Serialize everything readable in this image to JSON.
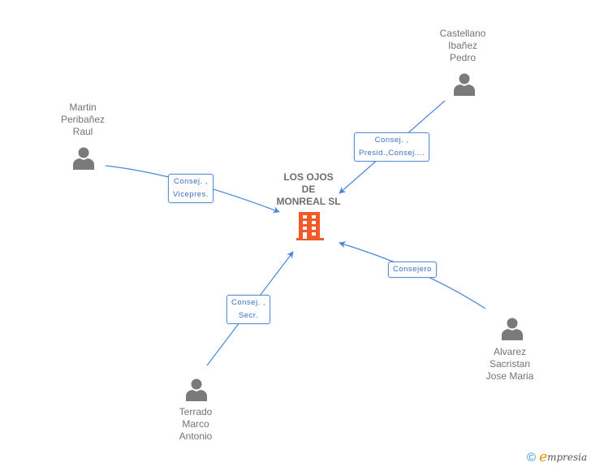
{
  "colors": {
    "edge": "#4a86d8",
    "person_icon": "#7a7a7a",
    "company_icon": "#f05a28",
    "label_text": "#737373",
    "edge_label_text": "#3a6fc4"
  },
  "company": {
    "name_lines": [
      "LOS OJOS",
      "DE",
      "MONREAL SL"
    ],
    "icon": "building-icon"
  },
  "people": [
    {
      "id": "castellano",
      "name_lines": [
        "Castellano",
        "Ibañez",
        "Pedro"
      ],
      "icon": "person-icon",
      "relation_lines": [
        "Consej. ,",
        "Presid.,Consej...."
      ]
    },
    {
      "id": "martin",
      "name_lines": [
        "Martin",
        "Peribañez",
        "Raul"
      ],
      "icon": "person-icon",
      "relation_lines": [
        "Consej. ,",
        "Vicepres."
      ]
    },
    {
      "id": "terrado",
      "name_lines": [
        "Terrado",
        "Marco",
        "Antonio"
      ],
      "icon": "person-icon",
      "relation_lines": [
        "Consej. ,",
        "Secr."
      ]
    },
    {
      "id": "alvarez",
      "name_lines": [
        "Alvarez",
        "Sacristan",
        "Jose Maria"
      ],
      "icon": "person-icon",
      "relation_lines": [
        "Consejero"
      ]
    }
  ],
  "footer": {
    "copyright_symbol": "©",
    "brand_initial": "e",
    "brand_rest": "mpresia"
  }
}
